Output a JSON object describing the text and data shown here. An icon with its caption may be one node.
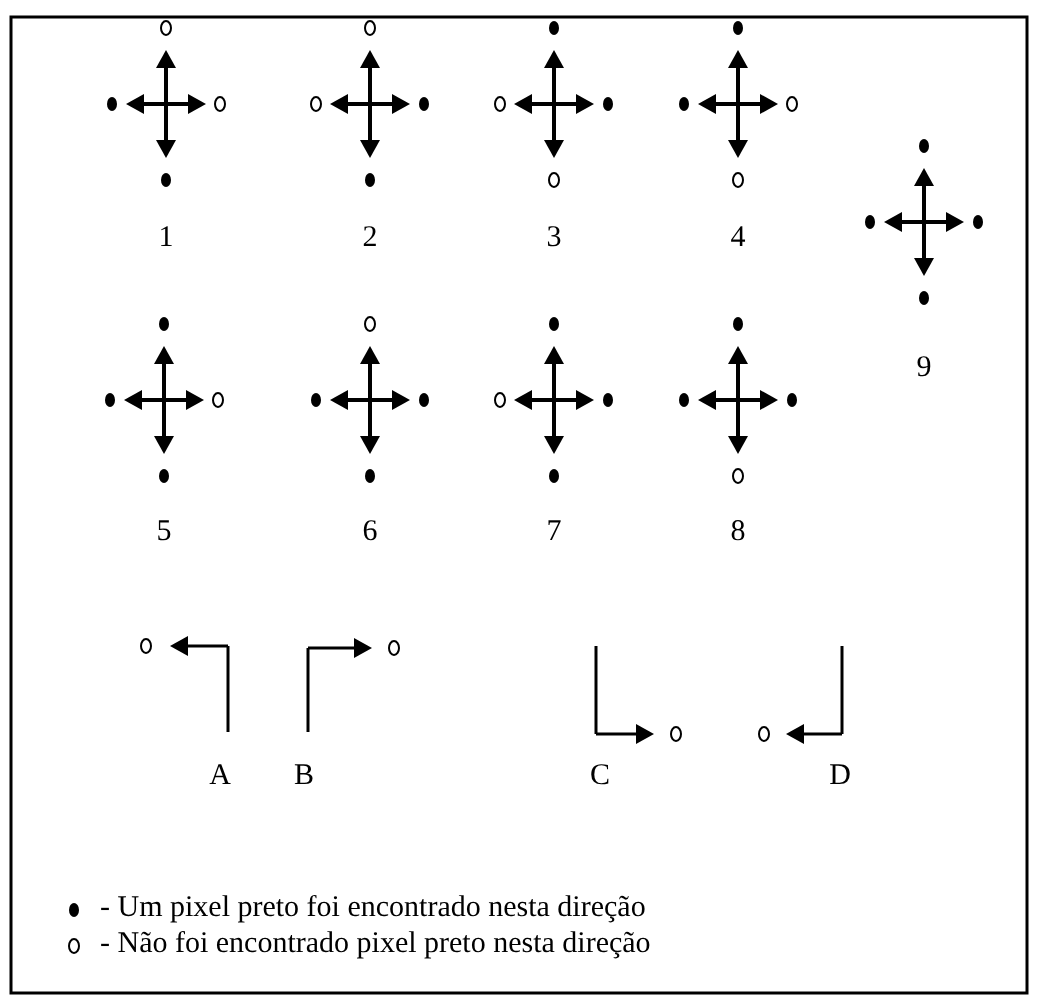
{
  "diagram": {
    "labels": [
      "1",
      "2",
      "3",
      "4",
      "9",
      "5",
      "6",
      "7",
      "8",
      "A",
      "B",
      "C",
      "D"
    ],
    "legend": [
      {
        "text": "- Um pixel preto foi encontrado nesta direção"
      },
      {
        "text": "- Não foi encontrado pixel preto nesta direção"
      }
    ]
  }
}
